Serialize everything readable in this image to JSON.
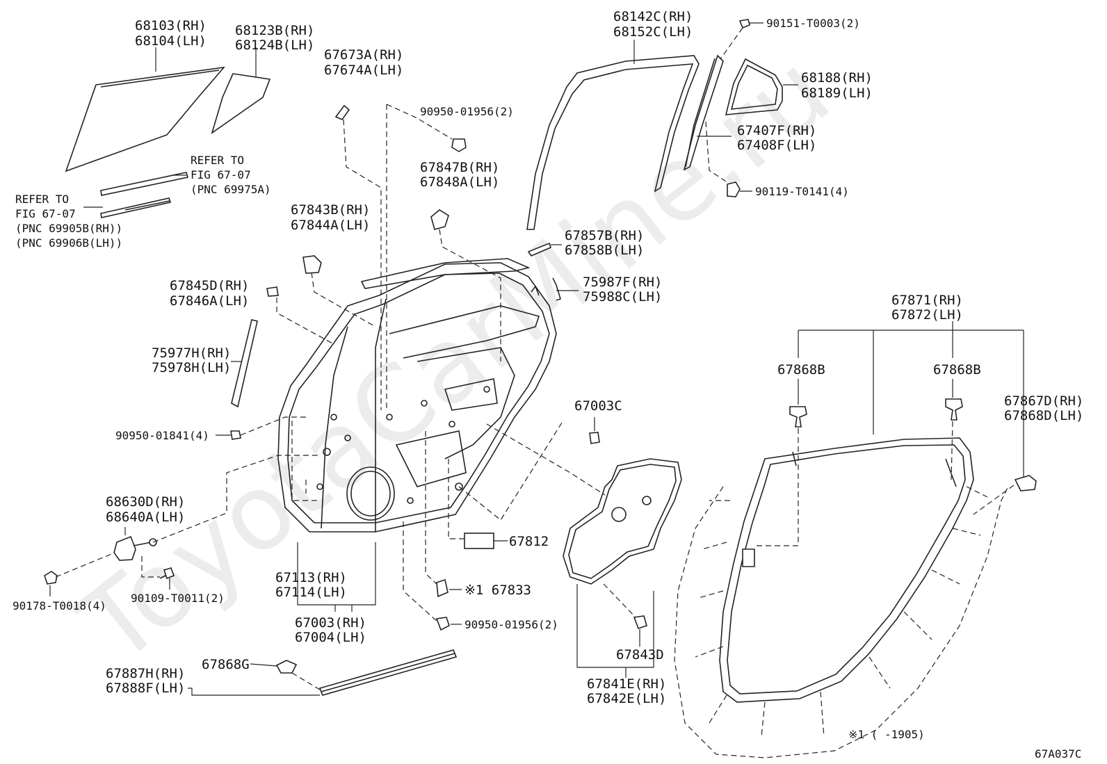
{
  "watermark": "ToyotaCarMine.ru",
  "diagram_code": "67A037C",
  "footnote": "※1 (      -1905)",
  "labels": {
    "glass_rh": "68103(RH)",
    "glass_lh": "68104(LH)",
    "quarter_glass_rh": "68123B(RH)",
    "quarter_glass_lh": "68124B(LH)",
    "ref1_a": "REFER TO",
    "ref1_b": "FIG 67-07",
    "ref1_c": "(PNC 69975A)",
    "ref2_a": "REFER TO",
    "ref2_b": "FIG 67-07",
    "ref2_c": "(PNC 69905B(RH))",
    "ref2_d": "(PNC 69906B(LH))",
    "pad_rh": "67673A(RH)",
    "pad_lh": "67674A(LH)",
    "nut_top": "90950-01956(2)",
    "bracket_b_rh": "67847B(RH)",
    "bracket_b_lh": "67848A(LH)",
    "bracket_a_rh": "67843B(RH)",
    "bracket_a_lh": "67844A(LH)",
    "clip_rh": "67845D(RH)",
    "clip_lh": "67846A(LH)",
    "garnish_rh": "75977H(RH)",
    "garnish_lh": "75978H(LH)",
    "nut_left": "90950-01841(4)",
    "check_rh": "68630D(RH)",
    "check_lh": "68640A(LH)",
    "bolt_left": "90178-T0018(4)",
    "bolt_check": "90109-T0011(2)",
    "panel_rh": "67113(RH)",
    "panel_lh": "67114(LH)",
    "door_rh": "67003(RH)",
    "door_lh": "67004(LH)",
    "nut_bottom": "90950-01956(2)",
    "clip_star": "※1 67833",
    "seal_sheet": "67812",
    "plug_c": "67003C",
    "frame_rh": "68142C(RH)",
    "frame_lh": "68152C(LH)",
    "screw_top": "90151-T0003(2)",
    "qglass2_rh": "68188(RH)",
    "qglass2_lh": "68189(LH)",
    "channel_rh": "67407F(RH)",
    "channel_lh": "67408F(LH)",
    "bolt_channel": "90119-T0141(4)",
    "stopper_rh": "67857B(RH)",
    "stopper_lh": "67858B(LH)",
    "molding_rh": "75987F(RH)",
    "molding_lh": "75988C(LH)",
    "weather_rh": "67871(RH)",
    "weather_lh": "67872(LH)",
    "clip_868b_1": "67868B",
    "clip_868b_2": "67868B",
    "clip_867_rh": "67867D(RH)",
    "clip_867_lh": "67868D(LH)",
    "hole_cover_rh": "67841E(RH)",
    "hole_cover_lh": "67842E(LH)",
    "clip_843d": "67843D",
    "belt_clip": "67868G",
    "belt_rh": "67887H(RH)",
    "belt_lh": "67888F(LH)"
  }
}
